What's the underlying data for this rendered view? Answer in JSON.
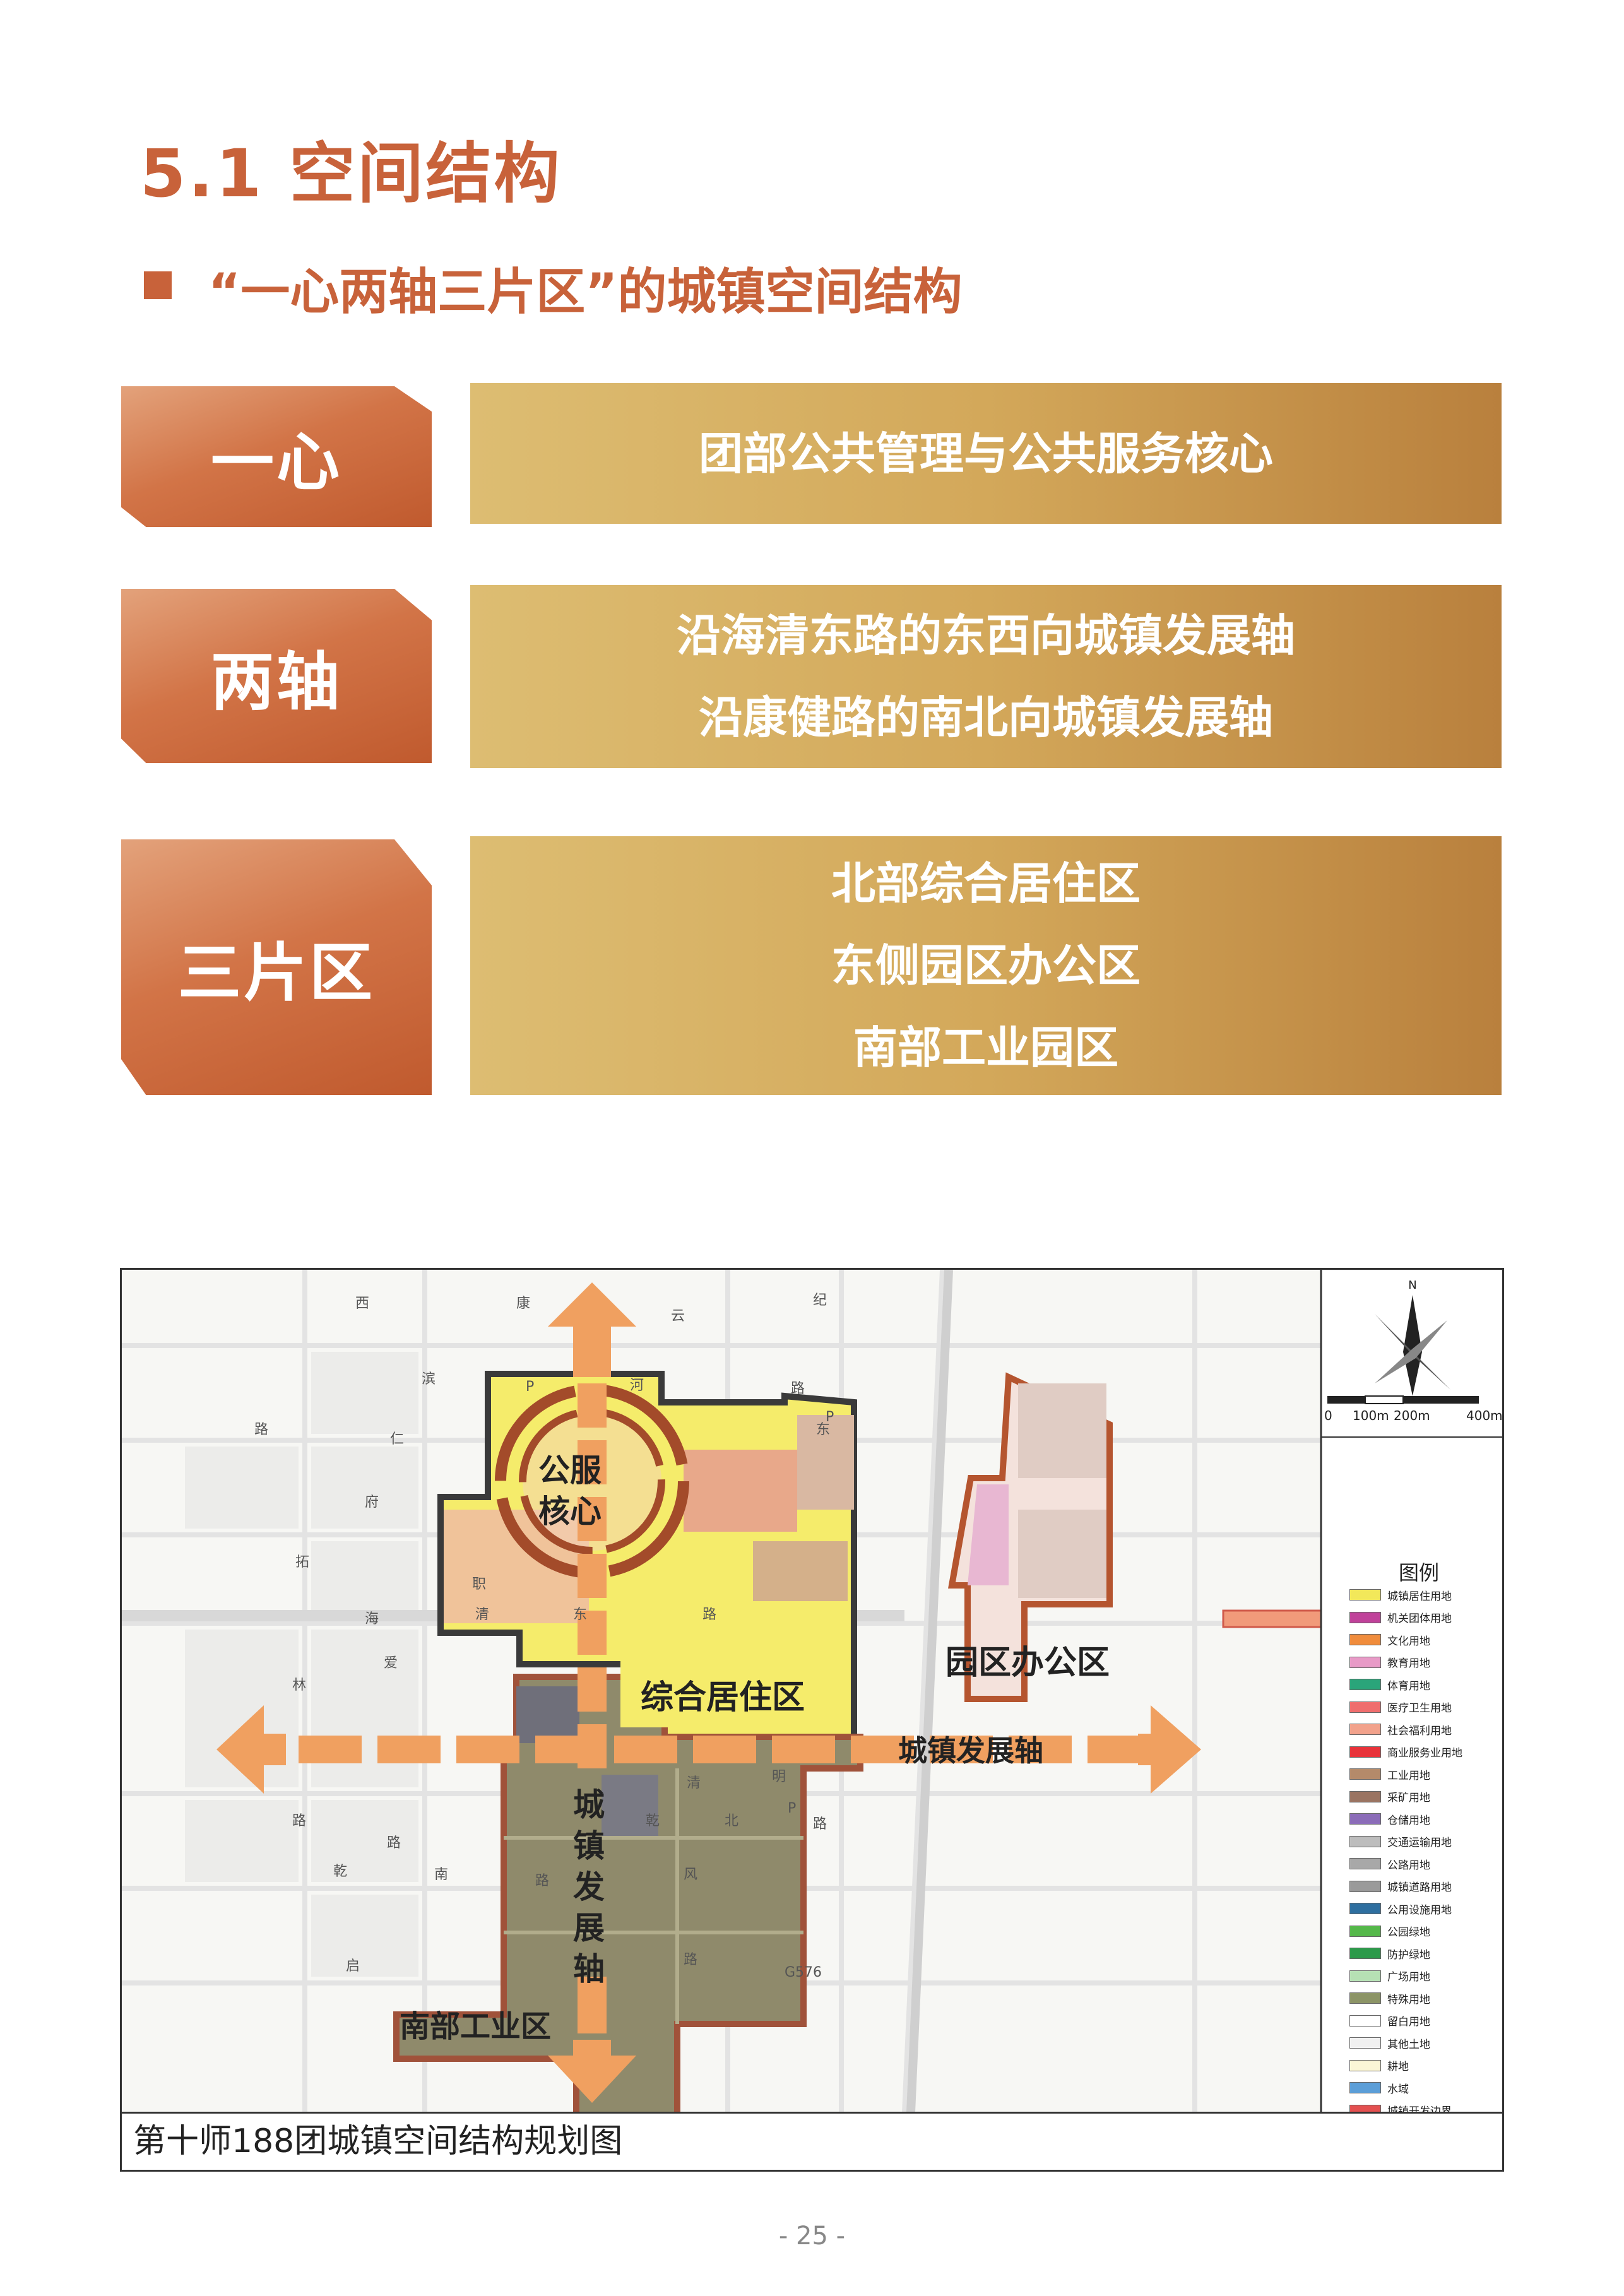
{
  "header": {
    "section_title": "5.1  空间结构",
    "subtitle": "“一心两轴三片区”的城镇空间结构"
  },
  "structure": [
    {
      "label": "一心",
      "lines": [
        "团部公共管理与公共服务核心"
      ]
    },
    {
      "label": "两轴",
      "lines": [
        "沿海清东路的东西向城镇发展轴",
        "沿康健路的南北向城镇发展轴"
      ]
    },
    {
      "label": "三片区",
      "lines": [
        "北部综合居住区",
        "东侧园区办公区",
        "南部工业园区"
      ]
    }
  ],
  "map": {
    "caption": "第十师188团城镇空间结构规划图",
    "core_label_1": "公服",
    "core_label_2": "核心",
    "residential_label": "综合居住区",
    "office_label": "园区办公区",
    "industrial_label": "南部工业区",
    "ew_axis_label": "城镇发展轴",
    "ns_axis_label": [
      "城",
      "镇",
      "发",
      "展",
      "轴"
    ],
    "road_labels": [
      "西",
      "康",
      "云",
      "纪",
      "滨",
      "河",
      "路",
      "路",
      "仁",
      "府",
      "拓",
      "海",
      "爱",
      "林",
      "清",
      "东",
      "路",
      "清",
      "明",
      "乾",
      "北",
      "路",
      "路",
      "路",
      "乾",
      "南",
      "路",
      "风",
      "启",
      "路",
      "G576",
      "职",
      "P",
      "P",
      "P",
      "东"
    ],
    "north_label": "N",
    "scale_labels": [
      "0",
      "100m",
      "200m",
      "400m"
    ],
    "legend_title": "图例",
    "legend": [
      {
        "name": "城镇居住用地",
        "color": "#f2e85a"
      },
      {
        "name": "机关团体用地",
        "color": "#c0419a"
      },
      {
        "name": "文化用地",
        "color": "#f08c3c"
      },
      {
        "name": "教育用地",
        "color": "#e89ac7"
      },
      {
        "name": "体育用地",
        "color": "#2aa57a"
      },
      {
        "name": "医疗卫生用地",
        "color": "#ef6e6e"
      },
      {
        "name": "社会福利用地",
        "color": "#f2a28c"
      },
      {
        "name": "商业服务业用地",
        "color": "#e8333a"
      },
      {
        "name": "工业用地",
        "color": "#b48a6a"
      },
      {
        "name": "采矿用地",
        "color": "#9a7462"
      },
      {
        "name": "仓储用地",
        "color": "#8b6cb8"
      },
      {
        "name": "交通运输用地",
        "color": "#bdbdbd"
      },
      {
        "name": "公路用地",
        "color": "#a8a8a8"
      },
      {
        "name": "城镇道路用地",
        "color": "#9a9a9a"
      },
      {
        "name": "公用设施用地",
        "color": "#2e6fa0"
      },
      {
        "name": "公园绿地",
        "color": "#55b84a"
      },
      {
        "name": "防护绿地",
        "color": "#2c9a4a"
      },
      {
        "name": "广场用地",
        "color": "#b6e0b4"
      },
      {
        "name": "特殊用地",
        "color": "#8c9466"
      },
      {
        "name": "留白用地",
        "color": "#ffffff"
      },
      {
        "name": "其他土地",
        "color": "#f0f0f0"
      },
      {
        "name": "耕地",
        "color": "#fbf6d6"
      },
      {
        "name": "水域",
        "color": "#5b9ed8"
      },
      {
        "name": "城镇开发边界",
        "color": "#e45050"
      }
    ]
  },
  "footer": {
    "page_number": "- 25 -"
  },
  "colors": {
    "accent": "#c8623a",
    "label_gradient": "#d27447",
    "content_gradient": "#d3a85a",
    "axis_arrow": "#f0a060",
    "boundary": "#a0523a"
  }
}
